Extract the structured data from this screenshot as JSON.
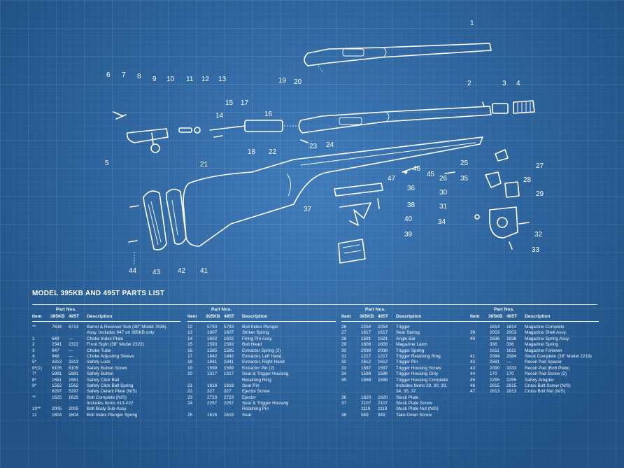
{
  "diagram": {
    "callouts": [
      {
        "id": "1"
      },
      {
        "id": "2"
      },
      {
        "id": "3"
      },
      {
        "id": "4"
      },
      {
        "id": "5"
      },
      {
        "id": "6"
      },
      {
        "id": "7"
      },
      {
        "id": "8"
      },
      {
        "id": "9"
      },
      {
        "id": "10"
      },
      {
        "id": "11"
      },
      {
        "id": "12"
      },
      {
        "id": "13"
      },
      {
        "id": "14"
      },
      {
        "id": "15"
      },
      {
        "id": "16"
      },
      {
        "id": "17"
      },
      {
        "id": "18"
      },
      {
        "id": "19"
      },
      {
        "id": "20"
      },
      {
        "id": "21"
      },
      {
        "id": "22"
      },
      {
        "id": "23"
      },
      {
        "id": "24"
      },
      {
        "id": "25"
      },
      {
        "id": "26"
      },
      {
        "id": "27"
      },
      {
        "id": "28"
      },
      {
        "id": "29"
      },
      {
        "id": "30"
      },
      {
        "id": "31"
      },
      {
        "id": "32"
      },
      {
        "id": "33"
      },
      {
        "id": "34"
      },
      {
        "id": "35"
      },
      {
        "id": "36"
      },
      {
        "id": "37"
      },
      {
        "id": "38"
      },
      {
        "id": "39"
      },
      {
        "id": "40"
      },
      {
        "id": "41"
      },
      {
        "id": "42"
      },
      {
        "id": "43"
      },
      {
        "id": "44"
      },
      {
        "id": "45"
      },
      {
        "id": "46"
      },
      {
        "id": "47"
      }
    ]
  },
  "parts_list": {
    "title": "MODEL 395KB AND 495T PARTS LIST",
    "headers": {
      "part_nos": "Part Nos.",
      "item": "Item",
      "m1": "395KB",
      "m2": "495T",
      "description": "Description"
    },
    "columns": [
      {
        "rows": [
          {
            "item": "**",
            "a": "7636",
            "b": "6713",
            "desc": "Barrel & Receiver Sub (38\" Model 7636)"
          },
          {
            "item": "",
            "a": "",
            "b": "",
            "desc": "Assy. Includes 947 on 395KB only"
          },
          {
            "item": "1",
            "a": "649",
            "b": "—",
            "desc": "Choke Index Plate"
          },
          {
            "item": "2",
            "a": "2341",
            "b": "2322",
            "desc": "Front Sight (38\" Model 2322)"
          },
          {
            "item": "3",
            "a": "947",
            "b": "—",
            "desc": "Choke Tube"
          },
          {
            "item": "4",
            "a": "948",
            "b": "—",
            "desc": "Choke Adjusting Sleeve"
          },
          {
            "item": "5*",
            "a": "3313",
            "b": "3313",
            "desc": "Safety Lock"
          },
          {
            "item": "6*(1)",
            "a": "6105",
            "b": "6105",
            "desc": "Safety Button Screw"
          },
          {
            "item": "7*",
            "a": "5981",
            "b": "5981",
            "desc": "Safety Button"
          },
          {
            "item": "8*",
            "a": "1561",
            "b": "1561",
            "desc": "Safety Click Ball"
          },
          {
            "item": "9*",
            "a": "1562",
            "b": "1562",
            "desc": "Safety Click Ball Spring"
          },
          {
            "item": "",
            "a": "6297",
            "b": "5297",
            "desc": "Safety Detent Plate (N/S)"
          },
          {
            "item": "**",
            "a": "1625",
            "b": "1625",
            "desc": "Bolt Complete (N/S)"
          },
          {
            "item": "",
            "a": "",
            "b": "",
            "desc": "Includes Items #13-#22"
          },
          {
            "item": "10**",
            "a": "2005",
            "b": "2005",
            "desc": "Bolt Body Sub-Assy."
          },
          {
            "item": "11",
            "a": "1604",
            "b": "1604",
            "desc": "Bolt Index Plunger Spring"
          }
        ]
      },
      {
        "rows": [
          {
            "item": "12",
            "a": "5793",
            "b": "5793",
            "desc": "Bolt Index Plunger"
          },
          {
            "item": "13",
            "a": "1607",
            "b": "1607",
            "desc": "Striker Spring"
          },
          {
            "item": "14",
            "a": "1602",
            "b": "1602",
            "desc": "Firing Pin Assy."
          },
          {
            "item": "15",
            "a": "1593",
            "b": "1593",
            "desc": "Bolt Head"
          },
          {
            "item": "16",
            "a": "1585",
            "b": "1585",
            "desc": "Extractor Spring (2)"
          },
          {
            "item": "17",
            "a": "1842",
            "b": "1842",
            "desc": "Extractor, Left Hand"
          },
          {
            "item": "18",
            "a": "1841",
            "b": "1841",
            "desc": "Extractor, Right Hand"
          },
          {
            "item": "19",
            "a": "1599",
            "b": "1599",
            "desc": "Extractor Pin (2)"
          },
          {
            "item": "20",
            "a": "1317",
            "b": "1317",
            "desc": "Sear & Trigger Housing"
          },
          {
            "item": "",
            "a": "",
            "b": "",
            "desc": "Retaining Ring"
          },
          {
            "item": "21",
            "a": "1616",
            "b": "1616",
            "desc": "Sear Pin"
          },
          {
            "item": "22",
            "a": "327",
            "b": "327",
            "desc": "Ejector Screw"
          },
          {
            "item": "23",
            "a": "2723",
            "b": "2723",
            "desc": "Ejector"
          },
          {
            "item": "24",
            "a": "2257",
            "b": "2257",
            "desc": "Sear & Trigger Housing"
          },
          {
            "item": "",
            "a": "",
            "b": "",
            "desc": "Retaining Pin"
          },
          {
            "item": "25",
            "a": "1615",
            "b": "1615",
            "desc": "Sear"
          }
        ]
      },
      {
        "rows": [
          {
            "item": "26",
            "a": "2254",
            "b": "2254",
            "desc": "Trigger"
          },
          {
            "item": "27",
            "a": "1617",
            "b": "1617",
            "desc": "Sear Spring"
          },
          {
            "item": "28",
            "a": "1591",
            "b": "1591",
            "desc": "Angle Bar"
          },
          {
            "item": "29",
            "a": "1606",
            "b": "1606",
            "desc": "Magazine Latch"
          },
          {
            "item": "30",
            "a": "2038",
            "b": "2038",
            "desc": "Trigger Spring"
          },
          {
            "item": "31",
            "a": "1217",
            "b": "1217",
            "desc": "Trigger Retaining Ring"
          },
          {
            "item": "32",
            "a": "1612",
            "b": "1612",
            "desc": "Trigger Pin"
          },
          {
            "item": "33",
            "a": "1597",
            "b": "1597",
            "desc": "Trigger Housing Screw"
          },
          {
            "item": "34",
            "a": "1596",
            "b": "1596",
            "desc": "Trigger Housing Only"
          },
          {
            "item": "35",
            "a": "1598",
            "b": "1598",
            "desc": "Trigger Housing Complete"
          },
          {
            "item": "",
            "a": "",
            "b": "",
            "desc": "Includes Items 29, 30, 33,"
          },
          {
            "item": "",
            "a": "",
            "b": "",
            "desc": "34, 35, 37"
          },
          {
            "item": "36",
            "a": "1620",
            "b": "1620",
            "desc": "Stock Plate"
          },
          {
            "item": "37",
            "a": "2107",
            "b": "2107",
            "desc": "Stock Plate Screw"
          },
          {
            "item": "",
            "a": "1119",
            "b": "1119",
            "desc": "Stock Plate Nut (N/S)"
          },
          {
            "item": "38",
            "a": "949",
            "b": "949",
            "desc": "Take Down Screw"
          }
        ]
      },
      {
        "rows": [
          {
            "item": "",
            "a": "1614",
            "b": "1614",
            "desc": "Magazine Complete"
          },
          {
            "item": "39",
            "a": "2003",
            "b": "2003",
            "desc": "Magazine Shell Assy."
          },
          {
            "item": "40",
            "a": "1836",
            "b": "1836",
            "desc": "Magazine Spring Assy."
          },
          {
            "item": "",
            "a": "336",
            "b": "336",
            "desc": "Magazine Spring"
          },
          {
            "item": "",
            "a": "1611",
            "b": "1611",
            "desc": "Magazine Follower"
          },
          {
            "item": "41",
            "a": "2084",
            "b": "2084",
            "desc": "Stock Complete (38\" Model 2219)"
          },
          {
            "item": "42",
            "a": "2581",
            "b": "—",
            "desc": "Recoil Pad Spacer"
          },
          {
            "item": "43",
            "a": "2090",
            "b": "3333",
            "desc": "Recoil Pad (Butt Plate)"
          },
          {
            "item": "44",
            "a": "170",
            "b": "170",
            "desc": "Recoil Pad Screw (2)"
          },
          {
            "item": "45",
            "a": "2255",
            "b": "2255",
            "desc": "Safety Adapter"
          },
          {
            "item": "46",
            "a": "2815",
            "b": "2815",
            "desc": "Cross Bolt Screw (N/S)"
          },
          {
            "item": "47",
            "a": "2813",
            "b": "2813",
            "desc": "Cross Bolt Nut (N/S)"
          }
        ]
      }
    ]
  }
}
